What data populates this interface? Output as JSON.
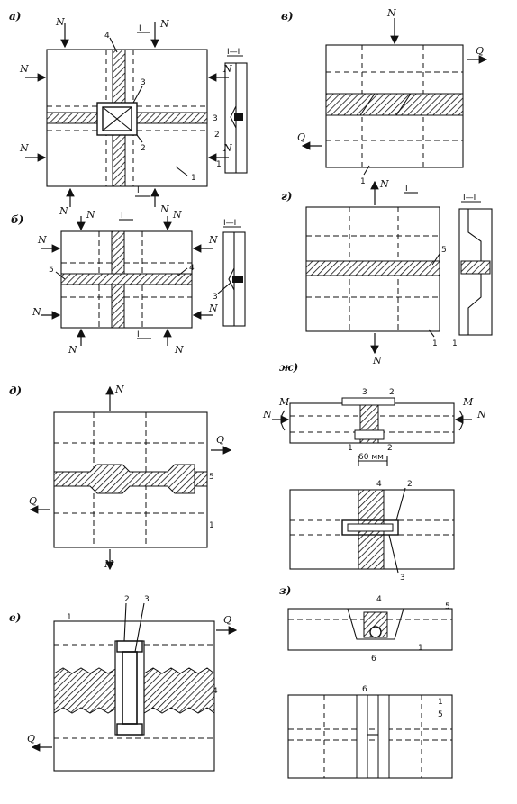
{
  "panels": {
    "a": {
      "label": "а)",
      "force": "N",
      "callouts": [
        "4",
        "3",
        "2",
        "1"
      ],
      "section": {
        "label": "I—I",
        "cut": "I",
        "callouts": [
          "3",
          "2",
          "1"
        ]
      }
    },
    "b": {
      "label": "б)",
      "force": "N",
      "callouts": [
        "5",
        "4"
      ],
      "section": {
        "label": "I—I",
        "cut": "I",
        "callouts": [
          "3"
        ]
      }
    },
    "v": {
      "label": "в)",
      "force": "N",
      "shear": "Q",
      "callouts": [
        "1"
      ]
    },
    "g": {
      "label": "г)",
      "force": "N",
      "callouts": [
        "5",
        "1"
      ],
      "section": {
        "label": "I—I",
        "cut": "I",
        "callouts": [
          "1"
        ]
      }
    },
    "d": {
      "label": "д)",
      "force": "N",
      "shear": "Q",
      "callouts": [
        "5",
        "1"
      ]
    },
    "zh": {
      "label": "ж)",
      "force": "N",
      "moment": "M",
      "dimension": "60 мм",
      "callouts_top": [
        "3",
        "2",
        "1",
        "2"
      ],
      "callouts_bottom": [
        "4",
        "2",
        "3"
      ]
    },
    "e": {
      "label": "е)",
      "shear": "Q",
      "callouts": [
        "1",
        "2",
        "3",
        "4"
      ]
    },
    "z": {
      "label": "з)",
      "callouts_top": [
        "4",
        "5",
        "6",
        "1"
      ],
      "callouts_bottom": [
        "6",
        "1",
        "5"
      ]
    }
  }
}
